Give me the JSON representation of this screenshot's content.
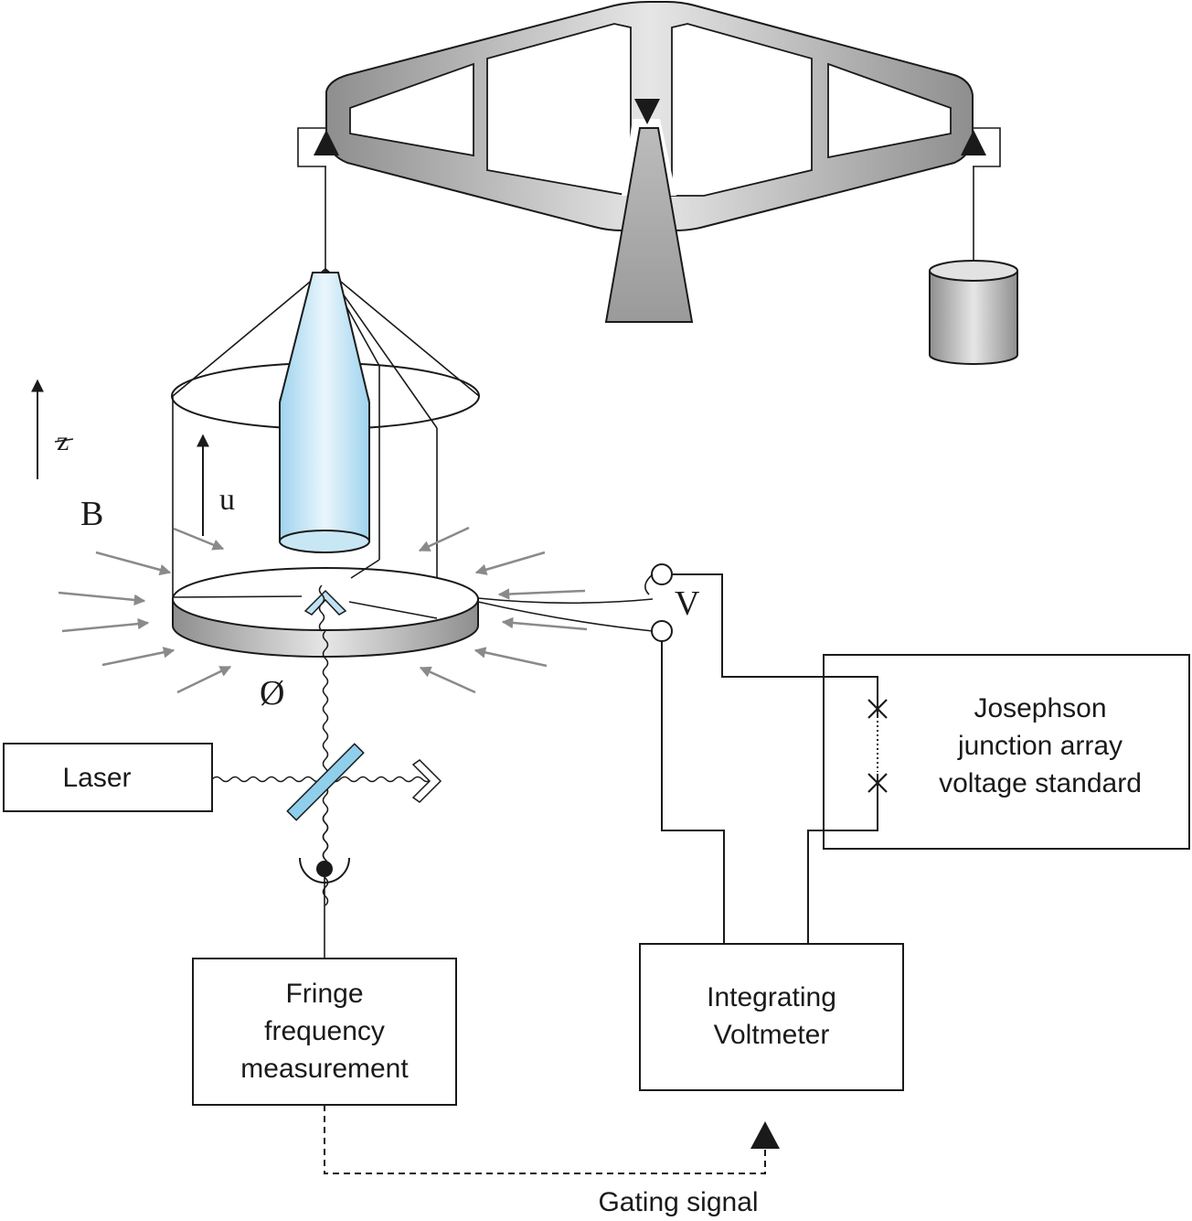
{
  "labels": {
    "laser": "Laser",
    "josephson": [
      "Josephson",
      "junction array",
      "voltage standard"
    ],
    "fringe": [
      "Fringe",
      "frequency",
      "measurement"
    ],
    "voltmeter": [
      "Integrating",
      "Voltmeter"
    ],
    "gating": "Gating signal",
    "z": "z",
    "u": "u",
    "b": "B",
    "v": "V",
    "phi": "Ø"
  }
}
